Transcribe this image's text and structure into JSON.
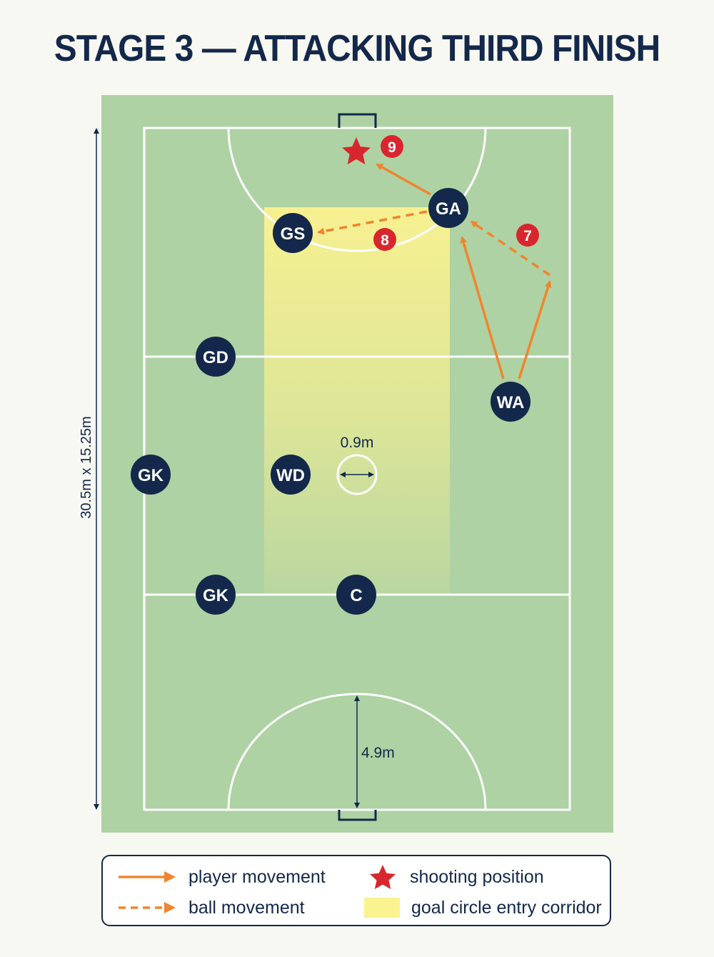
{
  "title": "STAGE 3 — ATTACKING THIRD FINISH",
  "dimensions": {
    "court_size": "30.5m x 15.25m",
    "centre_circle": "0.9m",
    "goal_circle_radius": "4.9m"
  },
  "players": [
    {
      "id": "GA",
      "label": "GA"
    },
    {
      "id": "GS",
      "label": "GS"
    },
    {
      "id": "GD",
      "label": "GD"
    },
    {
      "id": "WA",
      "label": "WA"
    },
    {
      "id": "GK1",
      "label": "GK"
    },
    {
      "id": "WD",
      "label": "WD"
    },
    {
      "id": "GK2",
      "label": "GK"
    },
    {
      "id": "C",
      "label": "C"
    }
  ],
  "steps": [
    {
      "label": "7",
      "description": "ball movement WA to GA"
    },
    {
      "label": "8",
      "description": "ball movement GA to GS"
    },
    {
      "label": "9",
      "description": "player movement GA to shooting position"
    }
  ],
  "legend": {
    "player_movement": "player movement",
    "ball_movement": "ball movement",
    "shooting_position": "shooting position",
    "entry_corridor": "goal circle entry corridor"
  },
  "colors": {
    "court": "#aed2a3",
    "player": "#13284a",
    "movement": "#f0852d",
    "step_badge": "#d9262e",
    "corridor": "#fbf290",
    "title": "#13284a"
  }
}
